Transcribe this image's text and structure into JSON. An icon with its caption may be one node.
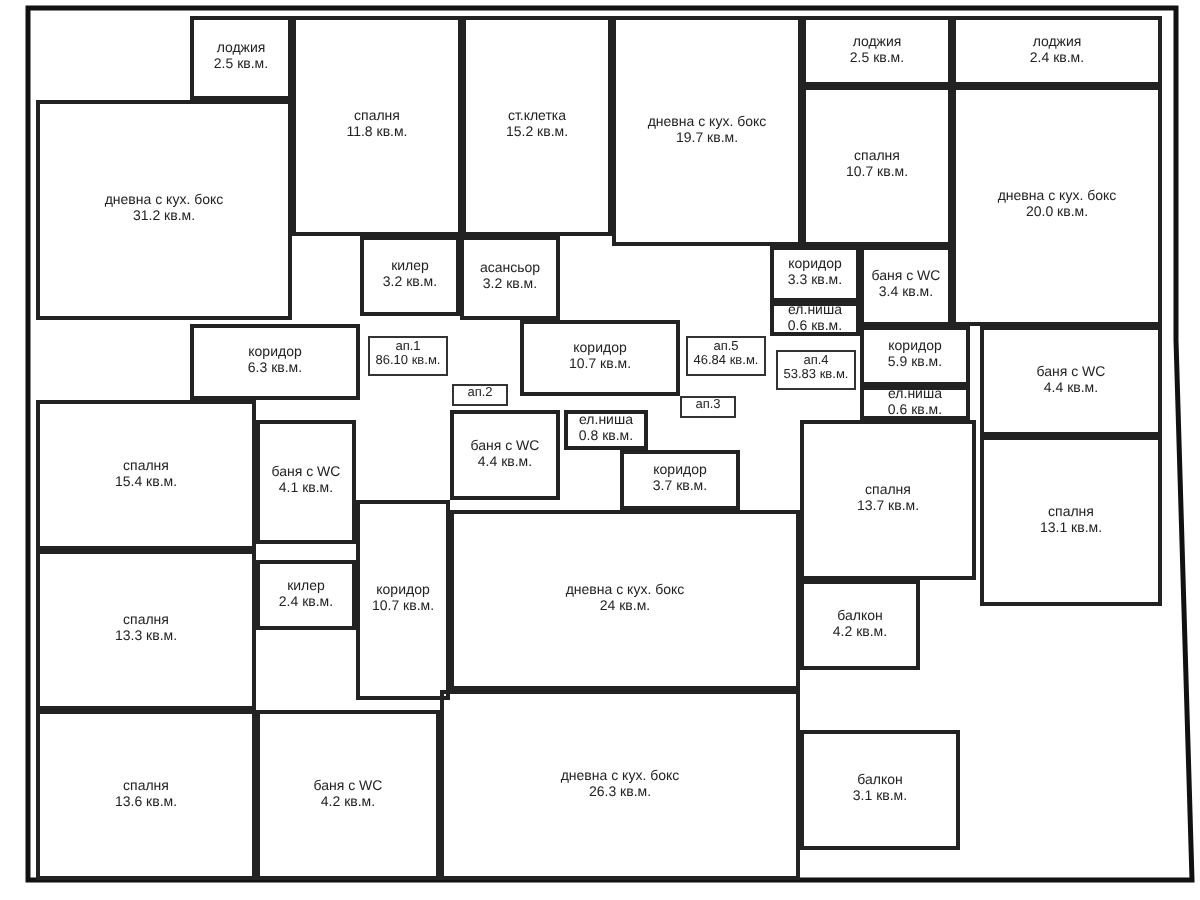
{
  "diagram": {
    "nodes": [
      {
        "text": [
          "лоджия",
          "2.5 кв.м."
        ]
      },
      {
        "text": [
          "дневна с кух. бокс",
          "31.2 кв.м."
        ]
      },
      {
        "text": [
          "спалня",
          "11.8 кв.м."
        ]
      },
      {
        "text": [
          "ст.клетка",
          "15.2 кв.м."
        ]
      },
      {
        "text": [
          "дневна с кух. бокс",
          "19.7 кв.м."
        ]
      },
      {
        "text": [
          "лоджия",
          "2.5 кв.м."
        ]
      },
      {
        "text": [
          "лоджия",
          "2.4 кв.м."
        ]
      },
      {
        "text": [
          "спалня",
          "10.7 кв.м."
        ]
      },
      {
        "text": [
          "дневна с кух. бокс",
          "20.0 кв.м."
        ]
      },
      {
        "text": [
          "килер",
          "3.2 кв.м."
        ]
      },
      {
        "text": [
          "асансьор",
          "3.2 кв.м."
        ]
      },
      {
        "text": [
          "коридор",
          "3.3 кв.м."
        ]
      },
      {
        "text": [
          "баня с WC",
          "3.4 кв.м."
        ]
      },
      {
        "text": [
          "ел.ниша",
          "0.6 кв.м."
        ]
      },
      {
        "text": [
          "коридор",
          "6.3 кв.м."
        ]
      },
      {
        "text": [
          "ап.1",
          "86.10 кв.м."
        ]
      },
      {
        "text": [
          "коридор",
          "10.7 кв.м."
        ]
      },
      {
        "text": [
          "ап.5",
          "46.84 кв.м."
        ]
      },
      {
        "text": [
          "ап.4",
          "53.83 кв.м."
        ]
      },
      {
        "text": [
          "коридор",
          "5.9 кв.м."
        ]
      },
      {
        "text": [
          "ел.ниша",
          "0.6 кв.м."
        ]
      },
      {
        "text": [
          "баня с WC",
          "4.4 кв.м."
        ]
      },
      {
        "text": [
          "ап.2"
        ]
      },
      {
        "text": [
          "ап.3"
        ]
      },
      {
        "text": [
          "ел.ниша",
          "0.8 кв.м."
        ]
      },
      {
        "text": [
          "спалня",
          "15.4 кв.м."
        ]
      },
      {
        "text": [
          "баня с WC",
          "4.1 кв.м."
        ]
      },
      {
        "text": [
          "баня с WC",
          "4.4 кв.м."
        ]
      },
      {
        "text": [
          "коридор",
          "3.7 кв.м."
        ]
      },
      {
        "text": [
          "спалня",
          "13.7 кв.м."
        ]
      },
      {
        "text": [
          "спалня",
          "13.1 кв.м."
        ]
      },
      {
        "text": [
          "спалня",
          "13.3 кв.м."
        ]
      },
      {
        "text": [
          "килер",
          "2.4 кв.м."
        ]
      },
      {
        "text": [
          "коридор",
          "10.7 кв.м."
        ]
      },
      {
        "text": [
          "дневна с кух. бокс",
          "24 кв.м."
        ]
      },
      {
        "text": [
          "балкон",
          "4.2 кв.м."
        ]
      },
      {
        "text": [
          "спалня",
          "13.6 кв.м."
        ]
      },
      {
        "text": [
          "баня с WC",
          "4.2 кв.м."
        ]
      },
      {
        "text": [
          "дневна с кух. бокс",
          "26.3 кв.м."
        ]
      },
      {
        "text": [
          "балкон",
          "3.1 кв.м."
        ]
      }
    ]
  }
}
